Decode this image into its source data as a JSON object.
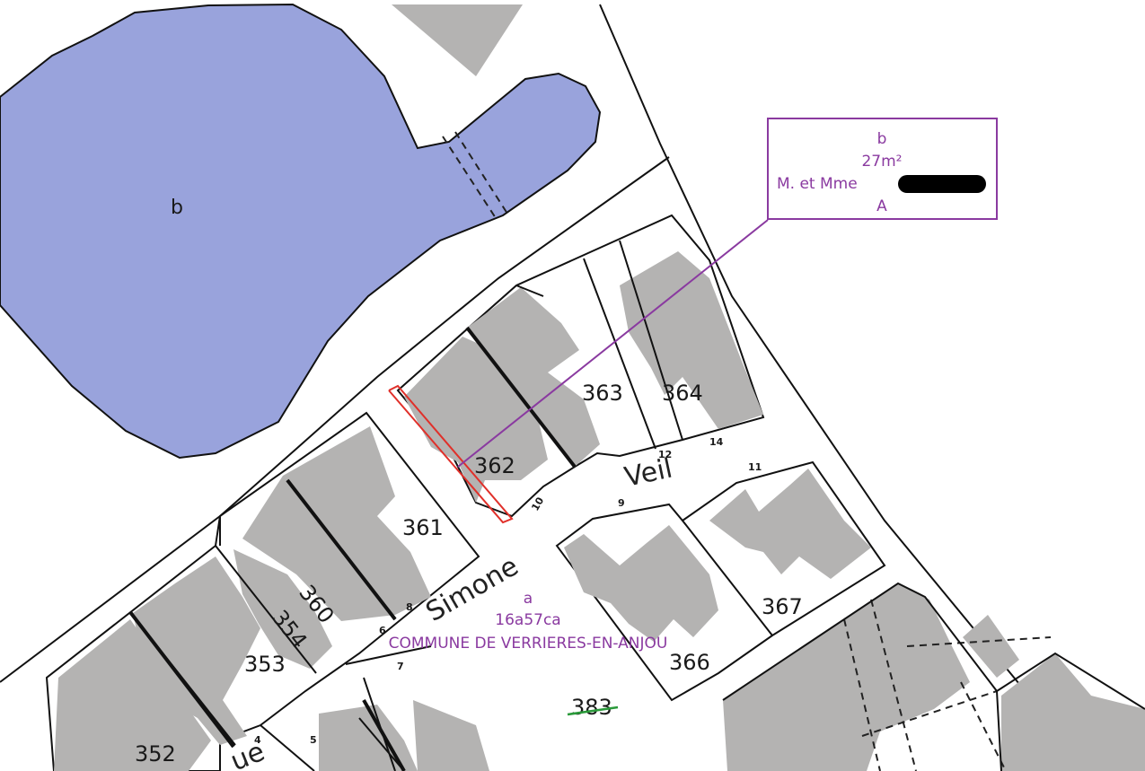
{
  "colors": {
    "water": "#99a3dc",
    "building": "#b4b3b2",
    "parcel_line": "#111111",
    "annotation": "#8a3aa0",
    "highlight": "#e0302a",
    "strike": "#2a9a3a",
    "redaction": "#000000"
  },
  "water_parcel_label": "b",
  "callout": {
    "line1": "b",
    "line2": "27m²",
    "line3": "M. et Mme",
    "line4": "A"
  },
  "parcels": {
    "p352": "352",
    "p353": "353",
    "p354": "354",
    "p360": "360",
    "p361": "361",
    "p362": "362",
    "p363": "363",
    "p364": "364",
    "p366": "366",
    "p367": "367",
    "p383": "383"
  },
  "house_numbers": {
    "n4": "4",
    "n5": "5",
    "n6": "6",
    "n7": "7",
    "n8": "8",
    "n9": "9",
    "n10": "10",
    "n11": "11",
    "n12": "12",
    "n14": "14"
  },
  "streets": {
    "simone": "Simone",
    "veil": "Veil",
    "partial": "ue"
  },
  "commune": {
    "line1": "a",
    "line2": "16a57ca",
    "line3": "COMMUNE DE VERRIERES-EN-ANJOU"
  }
}
